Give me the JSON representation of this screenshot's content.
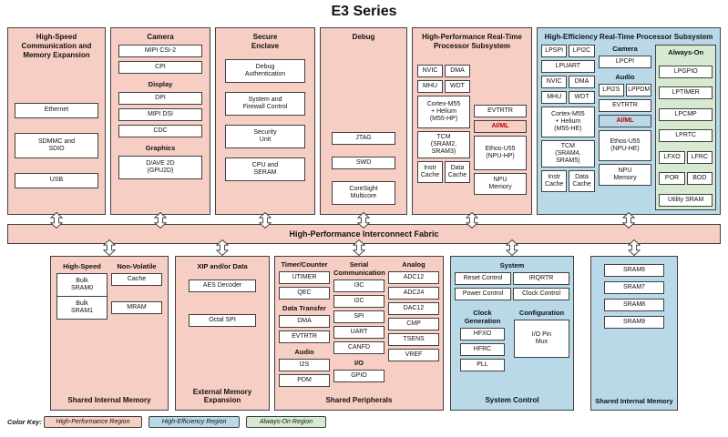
{
  "title": "E3 Series",
  "fabric_label": "High-Performance Interconnect Fabric",
  "colors": {
    "high_performance_region": "#f7cec4",
    "high_efficiency_region": "#b9d9e9",
    "always_on_region": "#d8e9d2",
    "aiml_text": "#c00000"
  },
  "top": {
    "hscomm": {
      "title": "High-Speed Communication and Memory Expansion",
      "items": [
        "Ethernet",
        "SDMMC and SDIO",
        "USB"
      ]
    },
    "camera": {
      "title": "Camera",
      "items": [
        "MIPI CSI-2",
        "CPI"
      ],
      "display_title": "Display",
      "display_items": [
        "DPI",
        "MIPI DSI",
        "CDC"
      ],
      "graphics_title": "Graphics",
      "graphics_item": "D/AVE 2D (GPU2D)"
    },
    "secure": {
      "title": "Secure Enclave",
      "items": [
        "Debug Authentication",
        "System and Firewall Control",
        "Security Unit",
        "CPU and SERAM"
      ]
    },
    "debug": {
      "title": "Debug",
      "items": [
        "JTAG",
        "SWD",
        "CoreSight Multicore"
      ]
    },
    "hp": {
      "title": "High-Performance Real-Time Processor Subsystem",
      "pair1": [
        "NVIC",
        "DMA"
      ],
      "pair2": [
        "MHU",
        "WDT"
      ],
      "cpu": "Cortex-M55 + Helium (M55-HP)",
      "tcm": "TCM (SRAM2, SRAM3)",
      "cache_pair": [
        "Instr Cache",
        "Data Cache"
      ],
      "evtrtr": "EVTRTR",
      "aiml_title": "AI/ML",
      "npu": "Ethos-U55 (NPU-HP)",
      "npu_memory": "NPU Memory"
    },
    "he": {
      "title": "High-Efficiency Real-Time Processor Subsystem",
      "pair1": [
        "LPSPI",
        "LPI2C"
      ],
      "lpuart": "LPUART",
      "pair2": [
        "NVIC",
        "DMA"
      ],
      "pair3": [
        "MHU",
        "WDT"
      ],
      "cpu": "Cortex-M55 + Helium (M55-HE)",
      "tcm": "TCM (SRAM4, SRAM5)",
      "cache_pair": [
        "Instr Cache",
        "Data Cache"
      ],
      "camera_title": "Camera",
      "lpcpi": "LPCPI",
      "audio_title": "Audio",
      "audio_pair": [
        "LPI2S",
        "LPPDM"
      ],
      "evtrtr": "EVTRTR",
      "aiml_title": "AI/ML",
      "npu": "Ethos-U55 (NPU-HE)",
      "npu_memory": "NPU Memory",
      "always_on": {
        "title": "Always-On",
        "items": [
          "LPGPIO",
          "LPTIMER",
          "LPCMP",
          "LPRTC"
        ],
        "pair1": [
          "LFXO",
          "LFRC"
        ],
        "pair2": [
          "POR",
          "BOD"
        ],
        "utility": "Utility SRAM"
      }
    }
  },
  "bottom": {
    "shared_mem_hp": {
      "title": "Shared Internal Memory",
      "high_speed_title": "High-Speed",
      "high_speed_items": [
        "Bulk SRAM0",
        "Bulk SRAM1"
      ],
      "non_volatile_title": "Non-Volatile",
      "non_volatile_items": [
        "Cache",
        "MRAM"
      ]
    },
    "ext_mem": {
      "header": "XIP and/or Data",
      "items": [
        "AES Decoder",
        "Octal SPI"
      ],
      "title": "External Memory Expansion"
    },
    "peripherals": {
      "title": "Shared Peripherals",
      "col1": [
        {
          "header": "Timer/Counter",
          "items": [
            "UTIMER",
            "QEC"
          ]
        },
        {
          "header": "Data Transfer",
          "items": [
            "DMA",
            "EVTRTR"
          ]
        },
        {
          "header": "Audio",
          "items": [
            "I2S",
            "PDM"
          ]
        }
      ],
      "col2": [
        {
          "header": "Serial Communication",
          "items": [
            "I3C",
            "I2C",
            "SPI",
            "UART",
            "CANFD"
          ]
        },
        {
          "header": "I/O",
          "items": [
            "GPIO"
          ]
        }
      ],
      "col3": [
        {
          "header": "Analog",
          "items": [
            "ADC12",
            "ADC24",
            "DAC12",
            "CMP",
            "TSENS",
            "VREF"
          ]
        }
      ]
    },
    "system_control": {
      "title": "System Control",
      "system_title": "System",
      "row1": [
        "Reset Control",
        "IRQRTR"
      ],
      "row2": [
        "Power Control",
        "Clock Control"
      ],
      "clock_gen_title": "Clock Generation",
      "clock_gen_items": [
        "HFXO",
        "HFRC",
        "PLL"
      ],
      "config_title": "Configuration",
      "config_item": "I/O Pin Mux"
    },
    "shared_mem_he": {
      "title": "Shared Internal Memory",
      "items": [
        "SRAM6",
        "SRAM7",
        "SRAM8",
        "SRAM9"
      ]
    }
  },
  "color_key": {
    "label": "Color Key:",
    "items": [
      "High-Performance Region",
      "High-Efficiency Region",
      "Always-On Region"
    ]
  }
}
